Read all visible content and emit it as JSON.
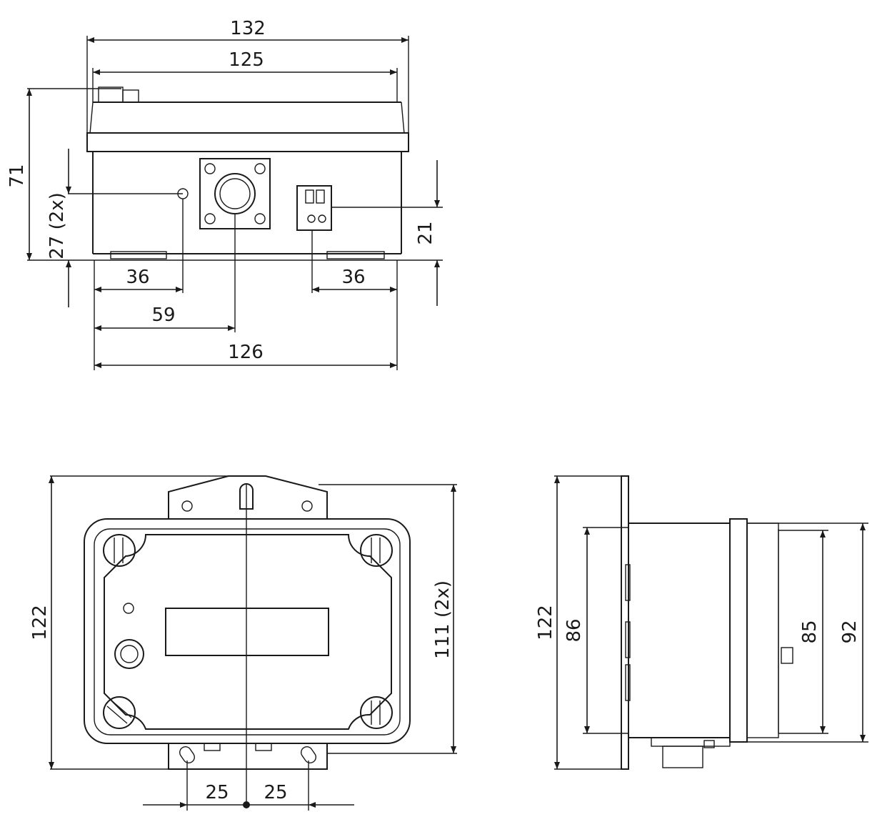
{
  "top_view": {
    "dim_132": "132",
    "dim_125": "125",
    "dim_71": "71",
    "dim_27": "27 (2x)",
    "dim_21": "21",
    "dim_36_left": "36",
    "dim_36_right": "36",
    "dim_59": "59",
    "dim_126": "126"
  },
  "front_view": {
    "dim_122": "122",
    "dim_111": "111 (2x)",
    "dim_25_left": "25",
    "dim_25_right": "25"
  },
  "side_view": {
    "dim_122": "122",
    "dim_86": "86",
    "dim_85": "85",
    "dim_92": "92"
  }
}
